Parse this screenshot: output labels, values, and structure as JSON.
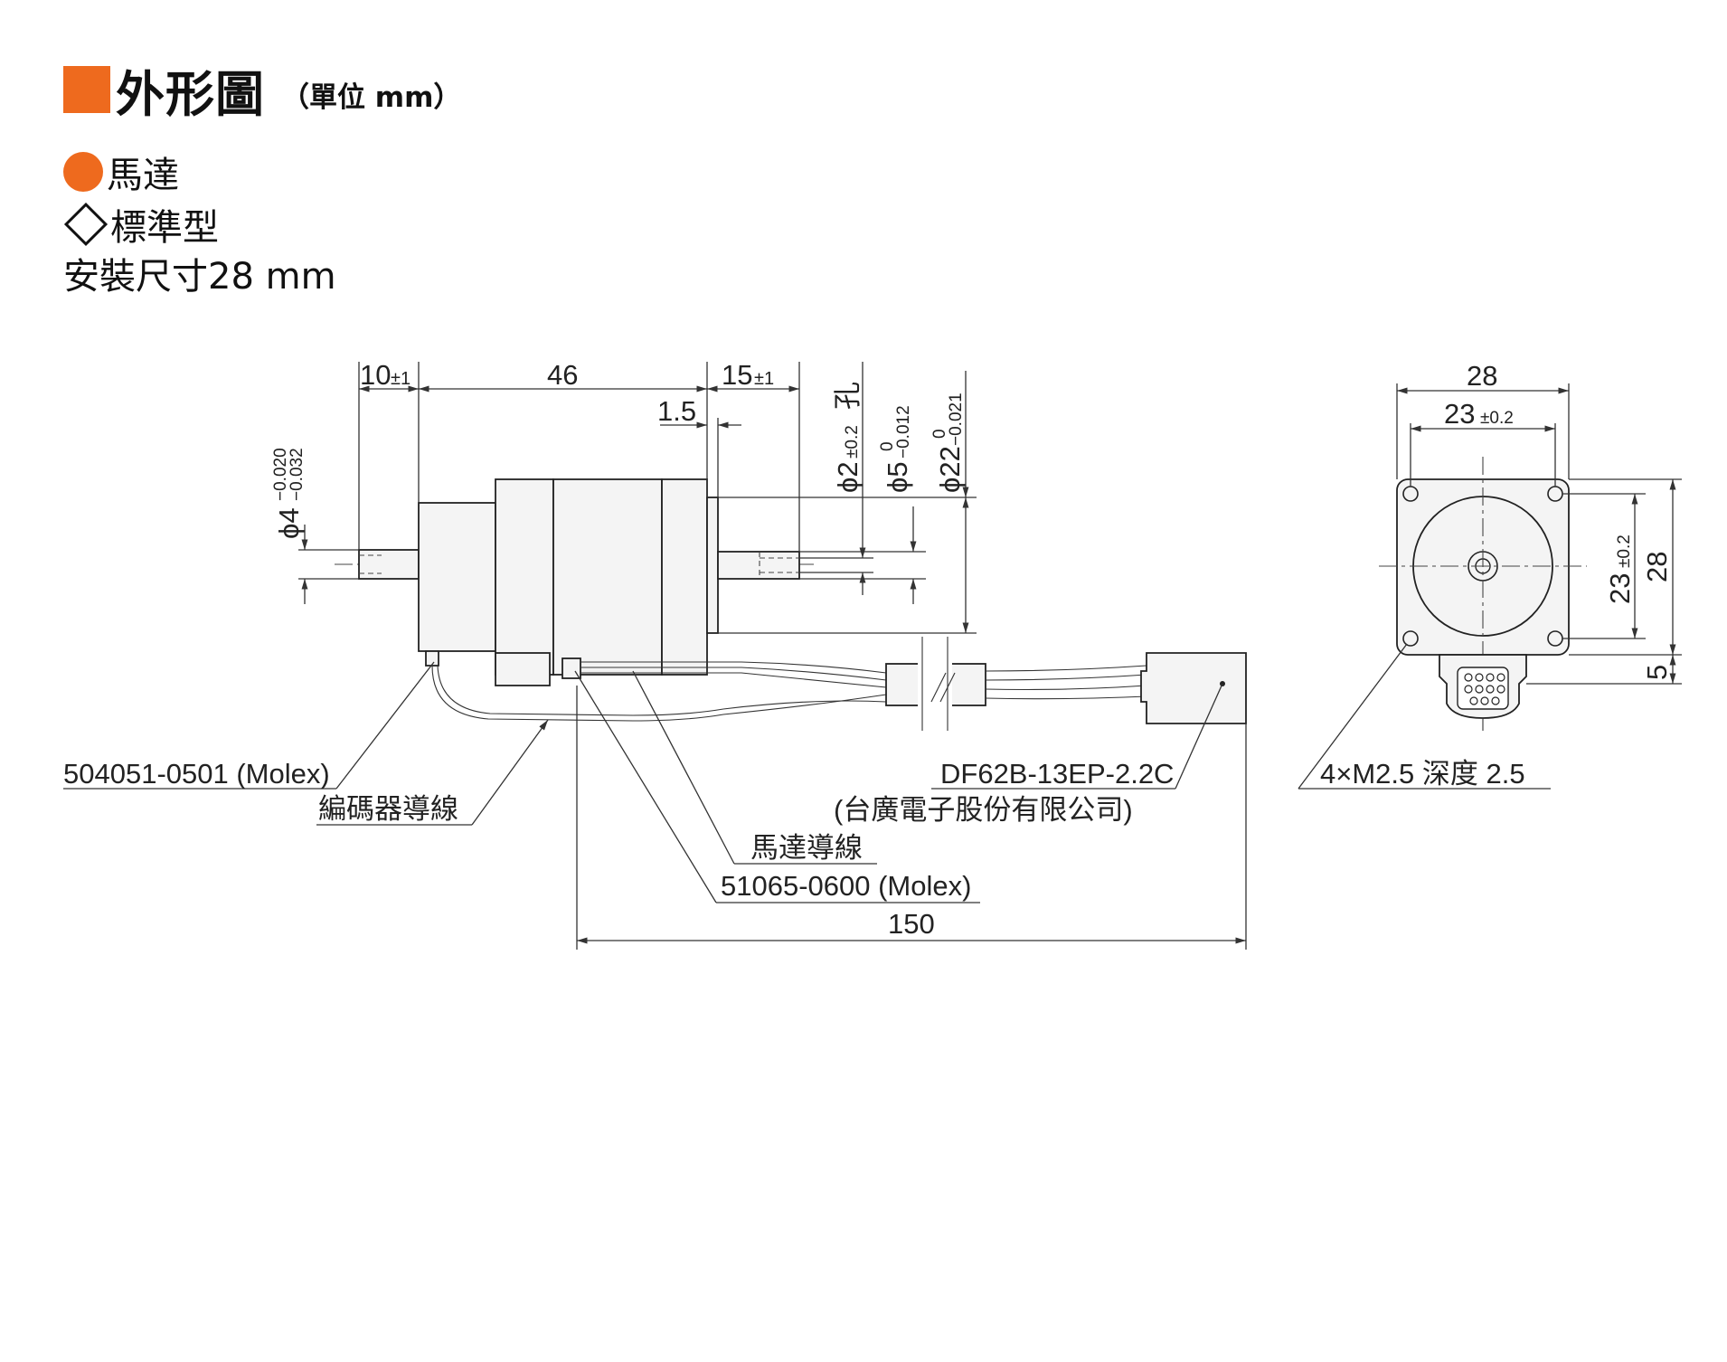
{
  "header": {
    "title": "外形圖",
    "unit": "（單位 mm）"
  },
  "section": {
    "category": "馬達",
    "type": "標準型",
    "mounting": "安裝尺寸28 mm"
  },
  "side_view": {
    "dim_shaft_front": "10",
    "dim_shaft_front_tol": "±1",
    "dim_body": "46",
    "dim_shaft_rear": "15",
    "dim_shaft_rear_tol": "±1",
    "dim_step": "1.5",
    "dim_shaft_front_dia": "ϕ4",
    "dim_shaft_front_dia_tol_upper": "−0.020",
    "dim_shaft_front_dia_tol_lower": "−0.032",
    "dim_hole": "ϕ2",
    "dim_hole_tol": "±0.2",
    "dim_hole_suffix": "孔",
    "dim_shaft_rear_dia": "ϕ5",
    "dim_shaft_rear_dia_tol_upper": "0",
    "dim_shaft_rear_dia_tol_lower": "−0.012",
    "dim_pilot_dia": "ϕ22",
    "dim_pilot_dia_tol_upper": "0",
    "dim_pilot_dia_tol_lower": "−0.021",
    "label_encoder_connector": "504051-0501 (Molex)",
    "label_encoder_lead": "編碼器導線",
    "label_motor_lead": "馬達導線",
    "label_motor_connector": "51065-0600 (Molex)",
    "label_end_connector": "DF62B-13EP-2.2C",
    "label_end_connector_maker": "(台廣電子股份有限公司)",
    "dim_lead_length": "150"
  },
  "front_view": {
    "dim_width": "28",
    "dim_hole_pitch": "23",
    "dim_hole_pitch_tol": "±0.2",
    "dim_height": "28",
    "dim_hole_pitch_v": "23",
    "dim_hole_pitch_v_tol": "±0.2",
    "dim_connector_offset": "5",
    "label_mount_holes": "4×M2.5 深度 2.5"
  }
}
